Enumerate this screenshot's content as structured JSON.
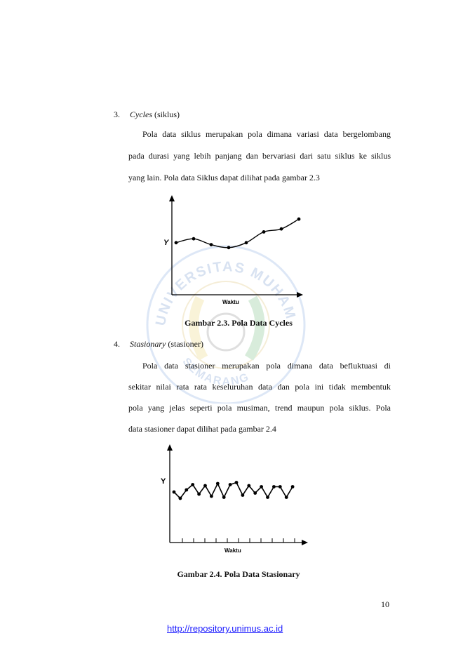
{
  "watermark": {
    "text_top": "UNIVERSITAS MUHAMMADIYAH",
    "text_bottom": "SEMARANG"
  },
  "section3": {
    "number": "3.",
    "term": "Cycles",
    "term_gloss": " (siklus)",
    "lines": [
      "Pola data siklus merupakan pola dimana variasi data bergelombang",
      "pada durasi yang lebih panjang dan bervariasi dari satu siklus ke siklus",
      "yang lain. Pola data Siklus dapat dilihat pada gambar 2.3"
    ]
  },
  "figure23": {
    "caption": "Gambar 2.3. Pola Data Cycles",
    "ylabel": "Y",
    "xlabel": "Waktu"
  },
  "section4": {
    "number": "4.",
    "term": "Stasionary",
    "term_gloss": " (stasioner)",
    "lines": [
      "Pola data stasioner merupakan pola dimana data befluktuasi di",
      "sekitar nilai rata rata keseluruhan data dan pola ini tidak membentuk",
      "pola yang jelas seperti pola musiman, trend maupun pola siklus. Pola",
      "data stasioner dapat dilihat pada gambar 2.4"
    ]
  },
  "figure24": {
    "caption": "Gambar 2.4. Pola Data Stasionary",
    "ylabel": "Y",
    "xlabel": "Waktu"
  },
  "page_number": "10",
  "footer_link": "http://repository.unimus.ac.id",
  "chart_data": [
    {
      "type": "line",
      "xlabel": "Waktu",
      "ylabel": "Y",
      "x": [
        1,
        2,
        3,
        4,
        5,
        6,
        7,
        8
      ],
      "series": [
        {
          "values": [
            5.3,
            5.7,
            5.1,
            4.8,
            5.3,
            6.4,
            6.7,
            7.7
          ]
        }
      ],
      "ylim": [
        0,
        10
      ]
    },
    {
      "type": "line",
      "xlabel": "Waktu",
      "ylabel": "Y",
      "x": [
        1,
        2,
        3,
        4,
        5,
        6,
        7,
        8,
        9,
        10,
        11,
        12,
        13,
        14,
        15,
        16,
        17,
        18,
        19,
        20
      ],
      "series": [
        {
          "values": [
            4.8,
            4.2,
            5.0,
            5.5,
            4.6,
            5.4,
            4.4,
            5.6,
            4.3,
            5.5,
            5.7,
            4.5,
            5.4,
            4.7,
            5.3,
            4.3,
            5.3,
            5.3,
            4.3,
            5.3
          ]
        }
      ],
      "ylim": [
        0,
        8
      ]
    }
  ]
}
